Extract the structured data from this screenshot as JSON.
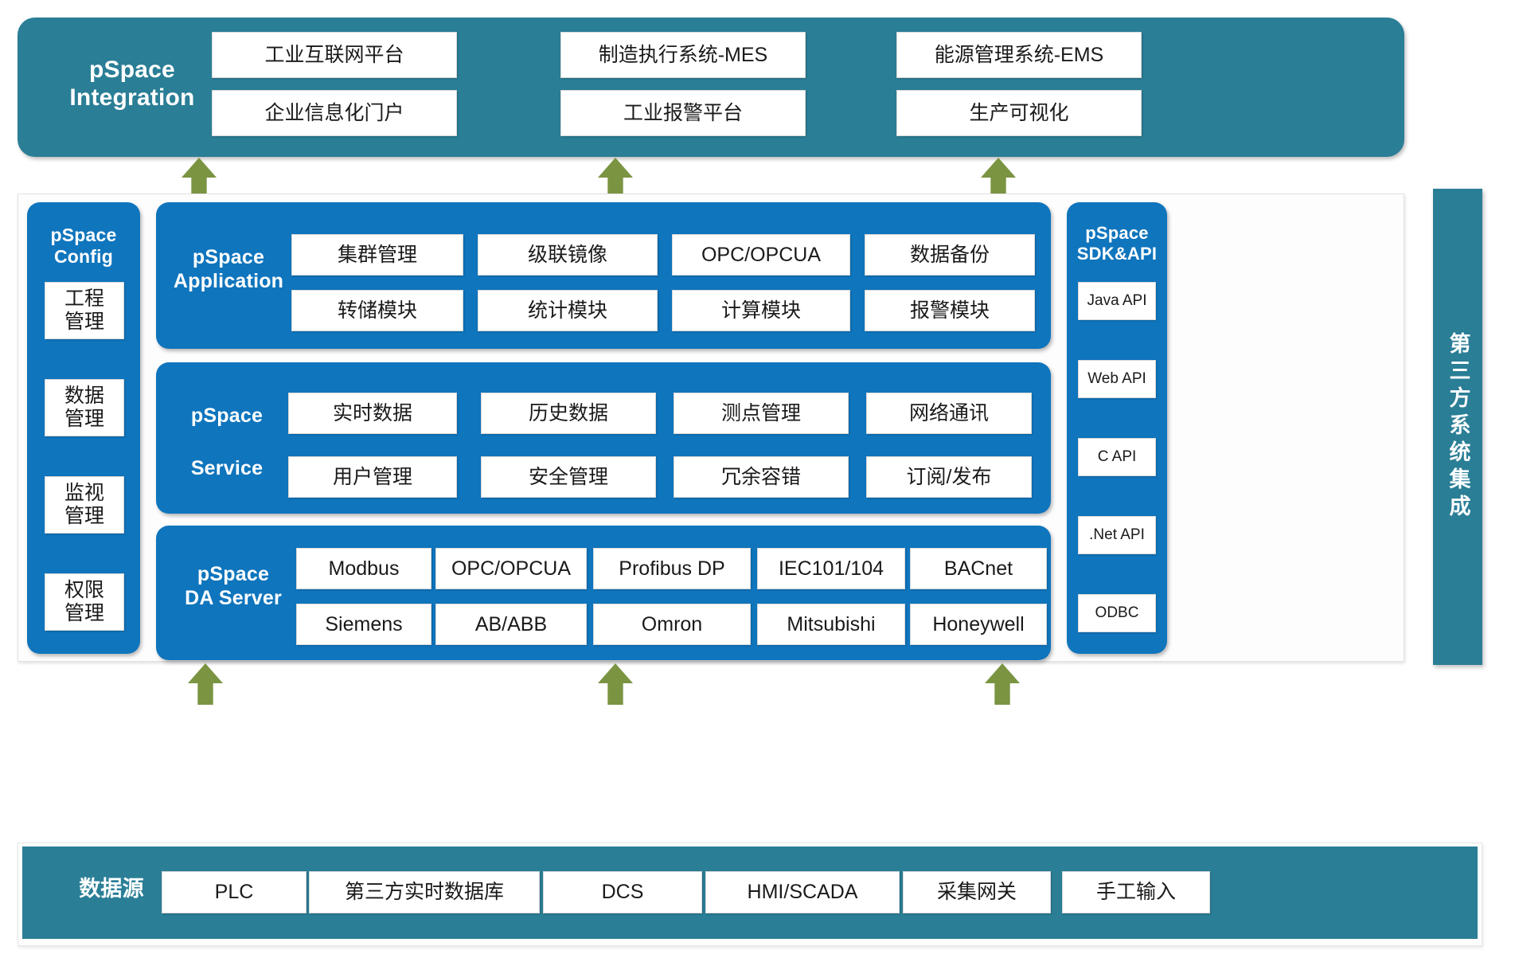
{
  "colors": {
    "teal": "#2a7e96",
    "blue": "#0f75bd",
    "arrow_green": "#7a9441",
    "cell_bg": "#ffffff",
    "text_dark": "#1a1a1a"
  },
  "integration": {
    "title": "pSpace\nIntegration",
    "title_line1": "pSpace",
    "title_line2": "Integration",
    "cells": [
      "工业互联网平台",
      "制造执行系统-MES",
      "能源管理系统-EMS",
      "企业信息化门户",
      "工业报警平台",
      "生产可视化"
    ]
  },
  "config": {
    "title_line1": "pSpace",
    "title_line2": "Config",
    "items": [
      "工程\n管理",
      "数据\n管理",
      "监视\n管理",
      "权限\n管理"
    ],
    "items_flat": [
      "工程管理",
      "数据管理",
      "监视管理",
      "权限管理"
    ]
  },
  "application": {
    "title_line1": "pSpace",
    "title_line2": "Application",
    "row1": [
      "集群管理",
      "级联镜像",
      "OPC/OPCUA",
      "数据备份"
    ],
    "row2": [
      "转储模块",
      "统计模块",
      "计算模块",
      "报警模块"
    ]
  },
  "service": {
    "title_line1": "pSpace",
    "title_line2": "Service",
    "row1": [
      "实时数据",
      "历史数据",
      "测点管理",
      "网络通讯"
    ],
    "row2": [
      "用户管理",
      "安全管理",
      "冗余容错",
      "订阅/发布"
    ]
  },
  "da_server": {
    "title_line1": "pSpace",
    "title_line2": "DA Server",
    "row1": [
      "Modbus",
      "OPC/OPCUA",
      "Profibus DP",
      "IEC101/104",
      "BACnet"
    ],
    "row2": [
      "Siemens",
      "AB/ABB",
      "Omron",
      "Mitsubishi",
      "Honeywell"
    ]
  },
  "sdk": {
    "title_line1": "pSpace",
    "title_line2": "SDK&API",
    "items": [
      "Java API",
      "Web API",
      "C API",
      ".Net API",
      "ODBC"
    ]
  },
  "third_party": {
    "label": "第三方系统集成"
  },
  "data_source": {
    "title": "数据源",
    "items": [
      "PLC",
      "第三方实时数据库",
      "DCS",
      "HMI/SCADA",
      "采集网关",
      "手工输入"
    ]
  },
  "arrows": {
    "icon": "arrow-up-icon",
    "count_top": 3,
    "count_bottom": 3
  }
}
